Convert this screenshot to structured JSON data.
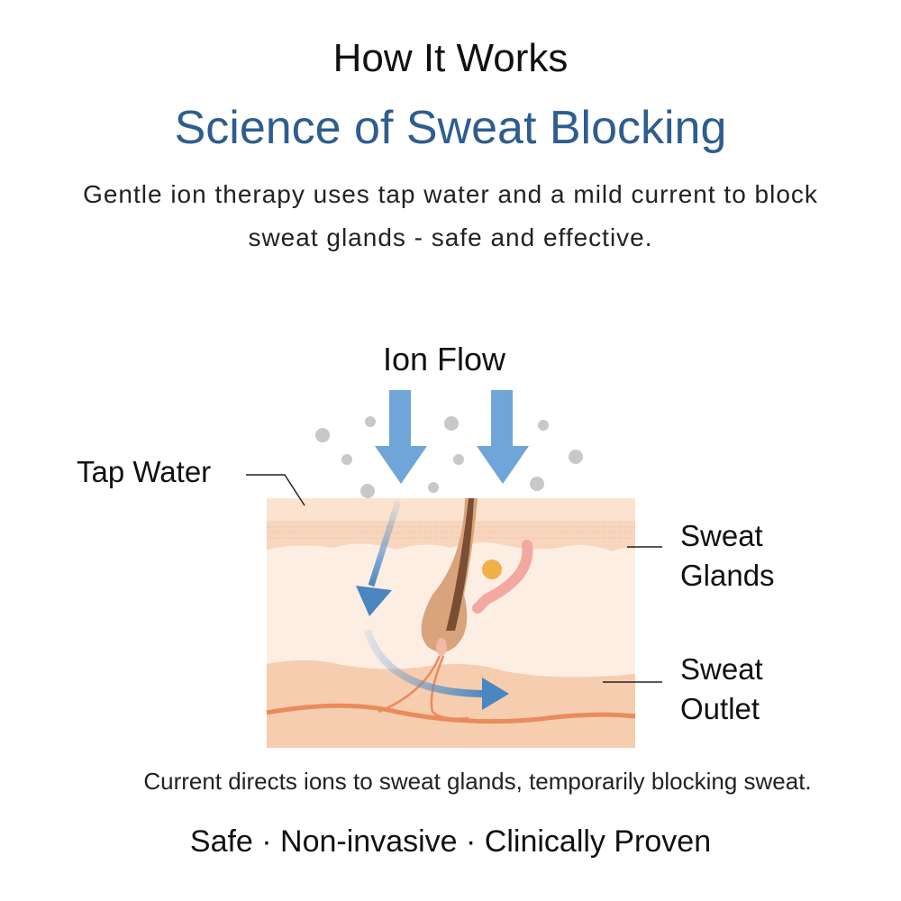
{
  "header": {
    "title": "How It Works",
    "subtitle": "Science of Sweat Blocking",
    "description": "Gentle ion therapy uses tap water and a mild current to block sweat glands - safe and effective."
  },
  "diagram": {
    "top_label": "Ion Flow",
    "labels": {
      "tap_water": "Tap Water",
      "sweat_glands_line1": "Sweat",
      "sweat_glands_line2": "Glands",
      "sweat_outlet_line1": "Sweat",
      "sweat_outlet_line2": "Outlet"
    },
    "colors": {
      "arrow_blue": "#5b9bd5",
      "ion_gray": "#c8c8c8",
      "epidermis": "#fbe3cf",
      "dermis": "#fdeee4",
      "subcutis": "#f6cdae",
      "hair": "#7a4e33",
      "vessel": "#e98b5c",
      "gland_pink": "#f3a9a0"
    }
  },
  "caption": "Current directs ions to sweat glands, temporarily blocking sweat.",
  "footer": "Safe · Non-invasive · Clinically Proven"
}
